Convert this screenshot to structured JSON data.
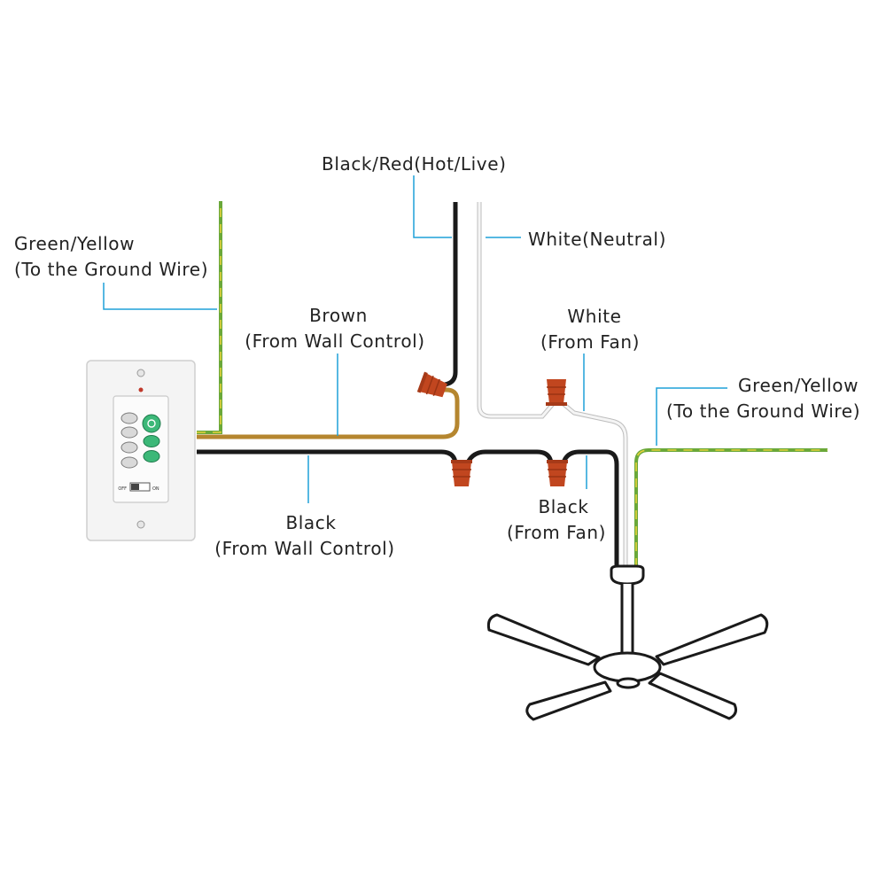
{
  "labels": {
    "hot": "Black/Red(Hot/Live)",
    "neutral": "White(Neutral)",
    "ground_left_1": "Green/Yellow",
    "ground_left_2": "(To the Ground Wire)",
    "brown_1": "Brown",
    "brown_2": "(From Wall Control)",
    "white_fan_1": "White",
    "white_fan_2": "(From Fan)",
    "ground_right_1": "Green/Yellow",
    "ground_right_2": "(To the Ground Wire)",
    "black_wall_1": "Black",
    "black_wall_2": "(From Wall Control)",
    "black_fan_1": "Black",
    "black_fan_2": "(From Fan)"
  },
  "wall_control": {
    "switch_off": "OFF",
    "switch_on": "ON"
  },
  "colors": {
    "callout": "#1fa0d8",
    "black_wire": "#1a1a1a",
    "brown_wire": "#b5862f",
    "white_wire": "#f2f2f2",
    "ground_green": "#6aa83a",
    "ground_yellow": "#e6d23a",
    "wire_nut": "#c1461f",
    "button_green": "#3cb878"
  }
}
